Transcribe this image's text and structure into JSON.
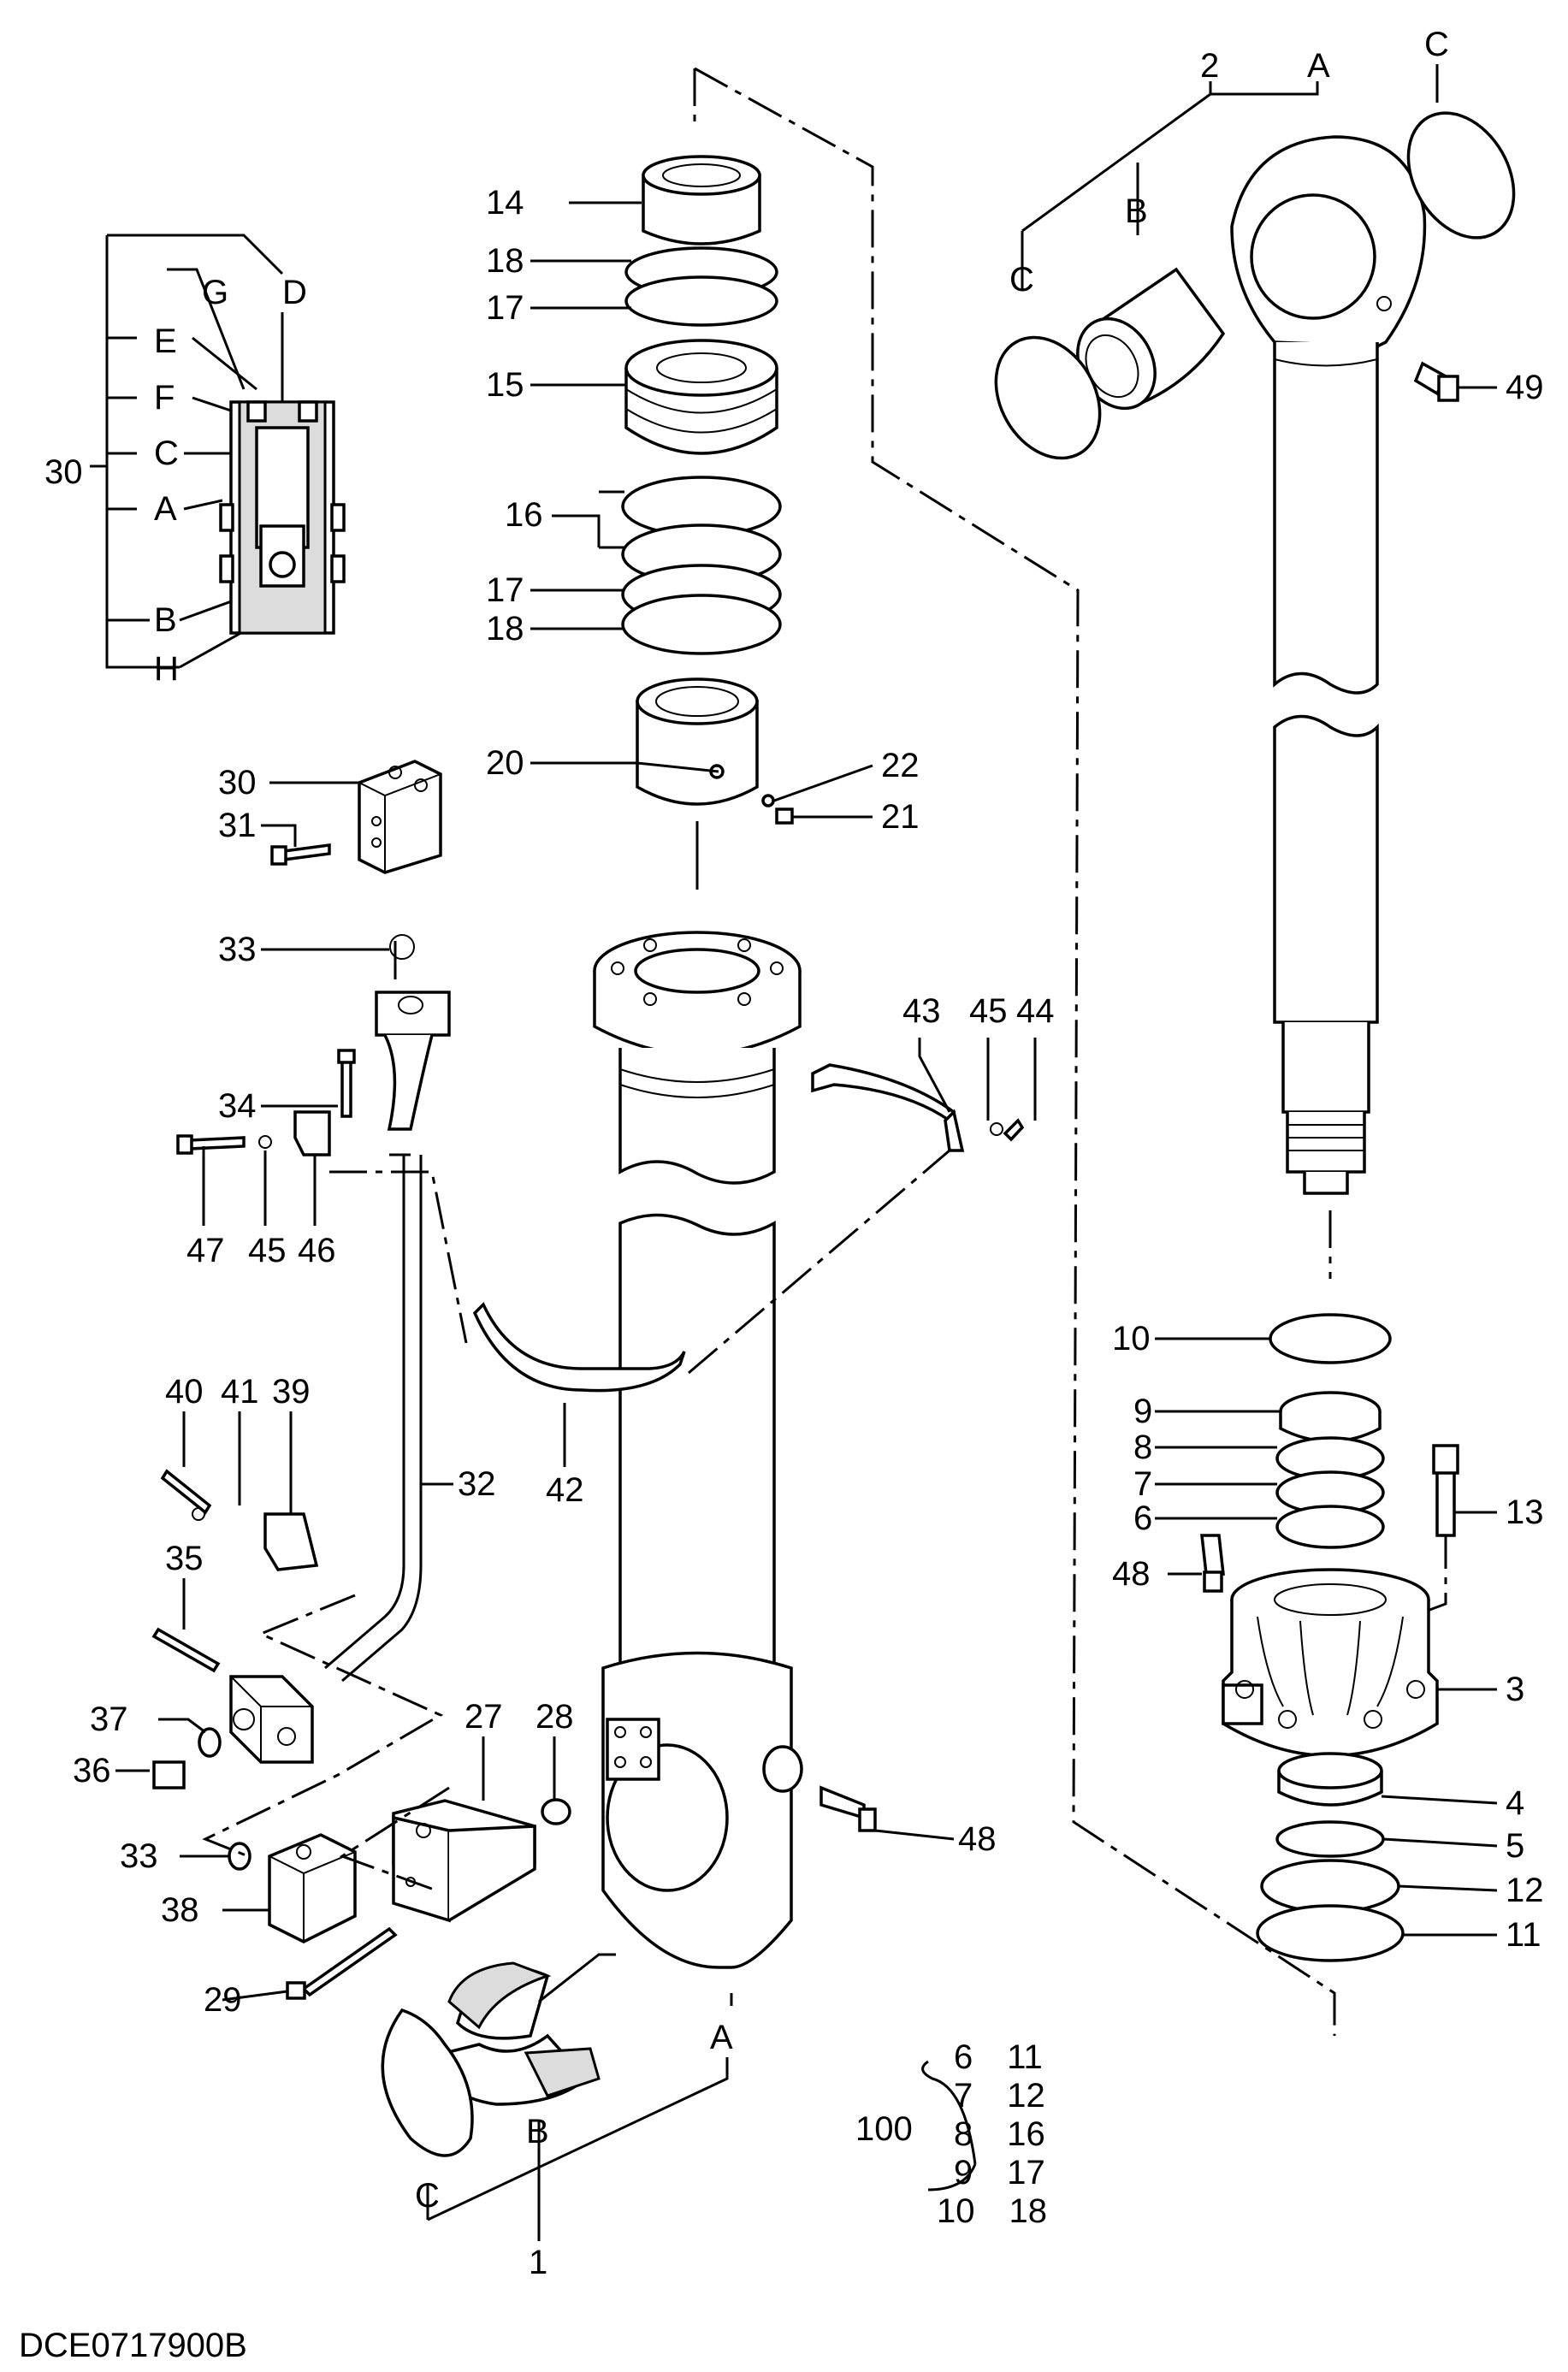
{
  "drawing_code": "DCE0717900B",
  "colors": {
    "line": "#000000",
    "background": "#ffffff",
    "shade": "#dcdcdc"
  },
  "detail_labels": {
    "assy": "30",
    "G": "G",
    "D": "D",
    "E": "E",
    "F": "F",
    "C": "C",
    "A": "A",
    "B": "B",
    "H": "H"
  },
  "callouts": {
    "p14": "14",
    "p18a": "18",
    "p17a": "17",
    "p15": "15",
    "p16": "16",
    "p17b": "17",
    "p18b": "18",
    "p20": "20",
    "p22": "22",
    "p21": "21",
    "p30": "30",
    "p31": "31",
    "p33a": "33",
    "p34": "34",
    "p47": "47",
    "p45a": "45",
    "p46": "46",
    "p43": "43",
    "p45b": "45",
    "p44": "44",
    "p42": "42",
    "p32": "32",
    "p40": "40",
    "p41": "41",
    "p39": "39",
    "p35": "35",
    "p37": "37",
    "p36": "36",
    "p27": "27",
    "p28": "28",
    "p48a": "48",
    "p33b": "33",
    "p38": "38",
    "p29": "29",
    "p1": "1",
    "pB1": "B",
    "pC1": "C",
    "pA1": "A",
    "p2": "2",
    "pA2": "A",
    "pB2": "B",
    "pC2": "C",
    "pC3": "C",
    "p49": "49",
    "p10": "10",
    "p9": "9",
    "p8": "8",
    "p7": "7",
    "p6": "6",
    "p13": "13",
    "p48b": "48",
    "p3": "3",
    "p4": "4",
    "p5": "5",
    "p12": "12",
    "p11": "11"
  },
  "kit": {
    "number": "100",
    "rows": [
      "6　11",
      "7　12",
      "8　16",
      "9　17",
      "10　18"
    ]
  }
}
